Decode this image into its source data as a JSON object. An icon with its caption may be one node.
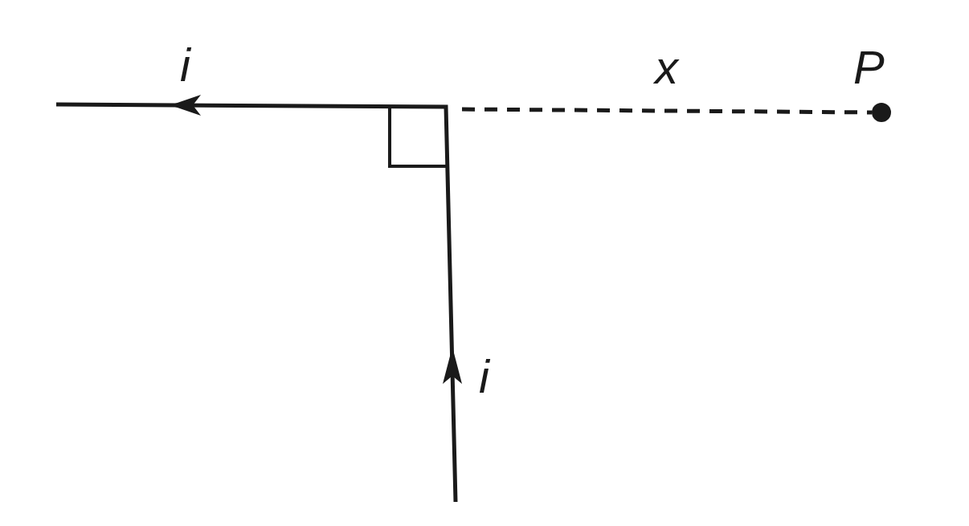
{
  "diagram": {
    "labels": [
      "i",
      "x",
      "P",
      "i"
    ]
  }
}
